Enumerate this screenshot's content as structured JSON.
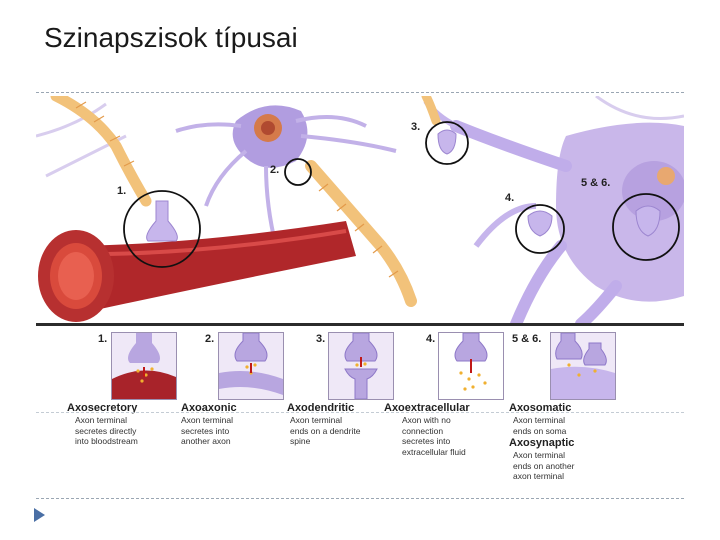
{
  "slide": {
    "title": "Szinapszisok típusai"
  },
  "figure": {
    "callouts": [
      "1.",
      "2.",
      "3.",
      "4.",
      "5 & 6."
    ],
    "panel_numbers": [
      "1.",
      "2.",
      "3.",
      "4.",
      "5 & 6."
    ],
    "categories": [
      {
        "title": "Axosecretory",
        "desc": [
          "Axon terminal",
          "secretes directly",
          "into bloodstream"
        ]
      },
      {
        "title": "Axoaxonic",
        "desc": [
          "Axon terminal",
          "secretes into",
          "another axon"
        ]
      },
      {
        "title": "Axodendritic",
        "desc": [
          "Axon terminal",
          "ends on a dendrite",
          "spine"
        ]
      },
      {
        "title": "Axoextracellular",
        "desc": [
          "Axon with no",
          "connection",
          "secretes into",
          "extracellular fluid"
        ]
      },
      {
        "title": "Axosomatic",
        "desc": [
          "Axon terminal",
          "ends on soma"
        ]
      },
      {
        "title": "Axosynaptic",
        "desc": [
          "Axon terminal",
          "ends on another",
          "axon terminal"
        ]
      }
    ]
  },
  "colors": {
    "neuron": "#b8a6e0",
    "vessel": "#b0272a",
    "myelin": "#f2c27a",
    "bullet": "#4a6fa5"
  }
}
